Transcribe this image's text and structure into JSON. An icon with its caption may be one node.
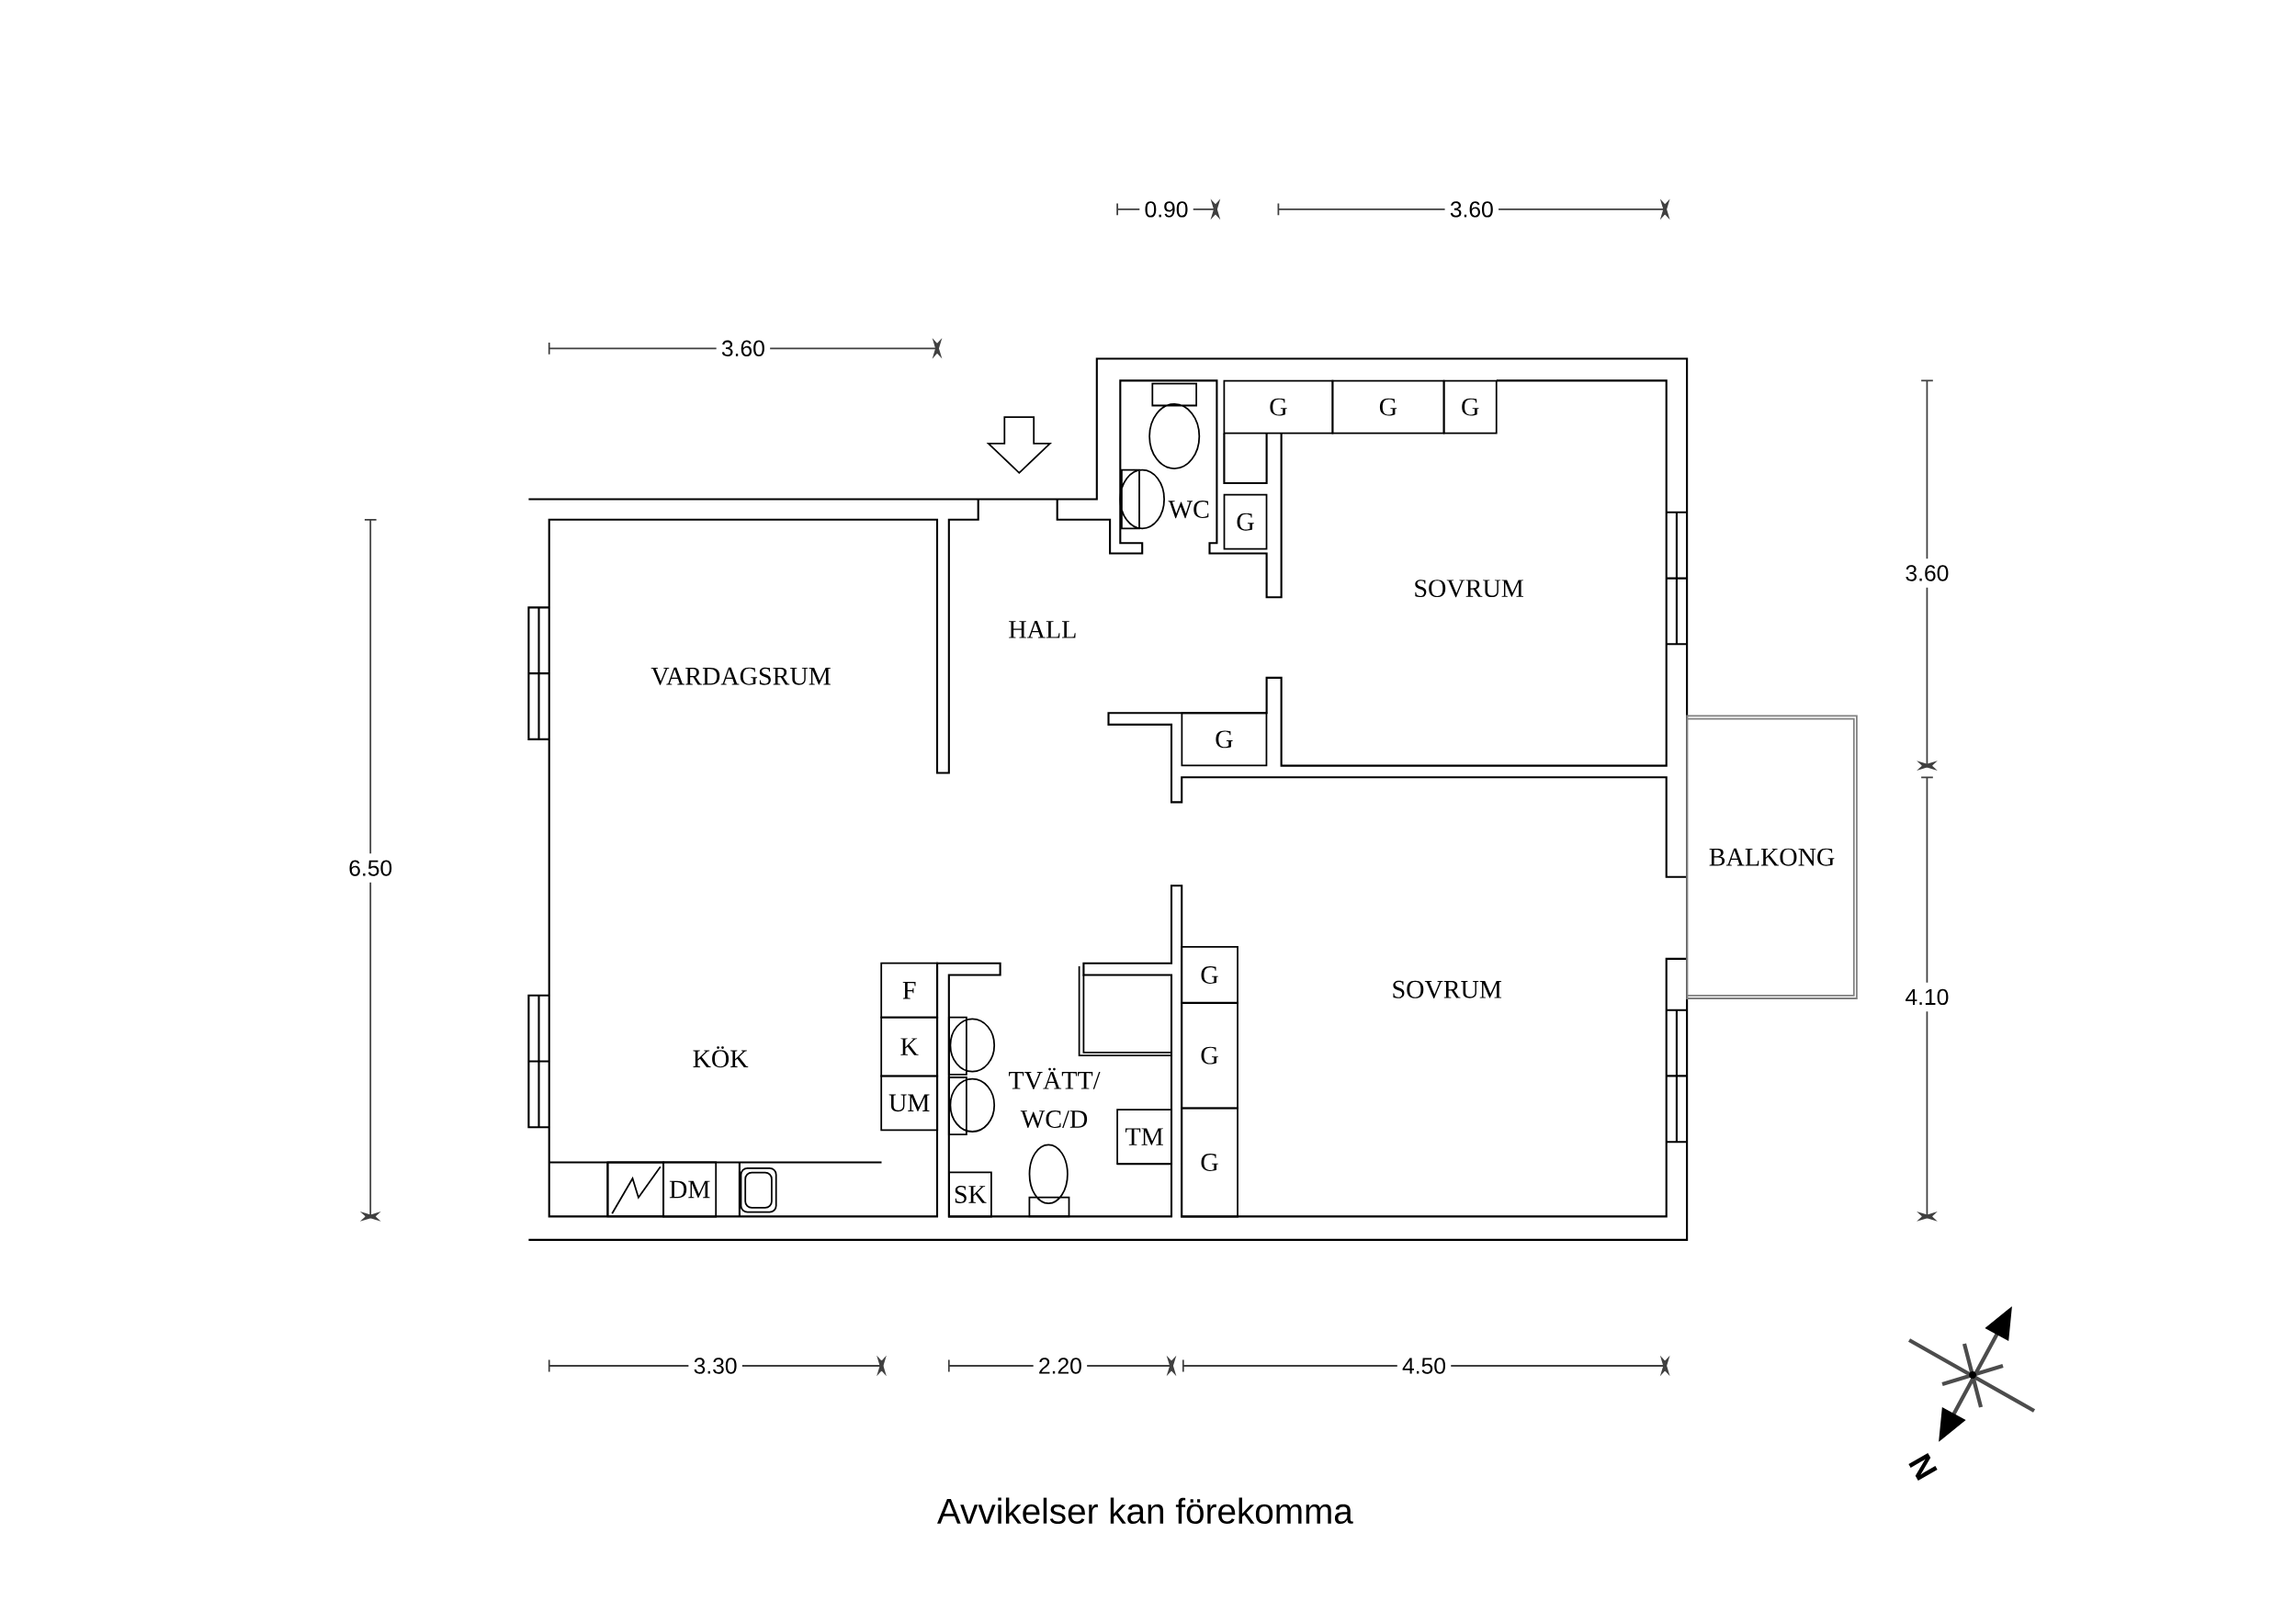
{
  "diagram": {
    "caption": "Avvikelser kan förekomma",
    "nodes": [
      {
        "text": [
          "G"
        ]
      },
      {
        "text": [
          "G"
        ]
      },
      {
        "text": [
          "G"
        ]
      },
      {
        "text": [
          "G"
        ]
      },
      {
        "text": [
          "G"
        ]
      },
      {
        "text": [
          "BALKONG"
        ]
      },
      {
        "text": [
          "G"
        ]
      },
      {
        "text": [
          "F"
        ]
      },
      {
        "text": [
          "G"
        ]
      },
      {
        "text": [
          "K"
        ]
      },
      {
        "text": [
          "UM"
        ]
      },
      {
        "text": [
          "TM"
        ]
      },
      {
        "text": [
          "G"
        ]
      },
      {
        "text": [
          "DM"
        ]
      },
      {
        "text": [
          "SK"
        ]
      }
    ],
    "labels": [
      "0.90",
      "3.60",
      "3.60",
      "WC",
      "3.60",
      "SOVRUM",
      "HALL",
      "VARDAGSRUM",
      "6.50",
      "SOVRUM",
      "4.10",
      "KÖK",
      "TVÄTT/ WC/D",
      "3.30",
      "2.20",
      "4.50",
      "N"
    ]
  }
}
